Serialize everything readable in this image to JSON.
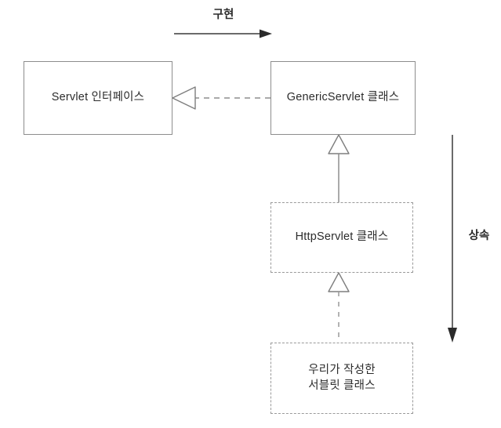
{
  "diagram": {
    "title": "Servlet class hierarchy diagram",
    "background_color": "#ffffff",
    "stroke_color": "#8d8d8d",
    "text_color": "#2c2c2c",
    "nodes": [
      {
        "id": "servlet-interface",
        "label": "Servlet 인터페이스",
        "lines": [
          "Servlet 인터페이스"
        ],
        "border_style": "solid"
      },
      {
        "id": "generic-servlet",
        "label": "GenericServlet 클래스",
        "lines": [
          "GenericServlet 클래스"
        ],
        "border_style": "solid"
      },
      {
        "id": "http-servlet",
        "label": "HttpServlet 클래스",
        "lines": [
          "HttpServlet 클래스"
        ],
        "border_style": "dashed"
      },
      {
        "id": "user-servlet",
        "label": "우리가 작성한 서블릿 클래스",
        "lines": [
          "우리가 작성한",
          "서블릿 클래스"
        ],
        "border_style": "dashed"
      }
    ],
    "edge_labels": {
      "implement": "구현",
      "inherit": "상속"
    },
    "connectors": [
      {
        "id": "realization-generic-to-interface",
        "from": "generic-servlet",
        "to": "servlet-interface",
        "line": "dashed",
        "arrow": "hollow-triangle",
        "meaning": "구현"
      },
      {
        "id": "generalization-http-to-generic",
        "from": "http-servlet",
        "to": "generic-servlet",
        "line": "solid",
        "arrow": "hollow-triangle",
        "meaning": "상속"
      },
      {
        "id": "generalization-user-to-http",
        "from": "user-servlet",
        "to": "http-servlet",
        "line": "dashed",
        "arrow": "hollow-triangle",
        "meaning": "상속"
      },
      {
        "id": "implement-direction-arrow",
        "line": "solid",
        "arrow": "solid-head",
        "direction": "right",
        "meaning": "구현"
      },
      {
        "id": "inherit-direction-arrow",
        "line": "solid",
        "arrow": "solid-head",
        "direction": "down",
        "meaning": "상속"
      }
    ]
  }
}
